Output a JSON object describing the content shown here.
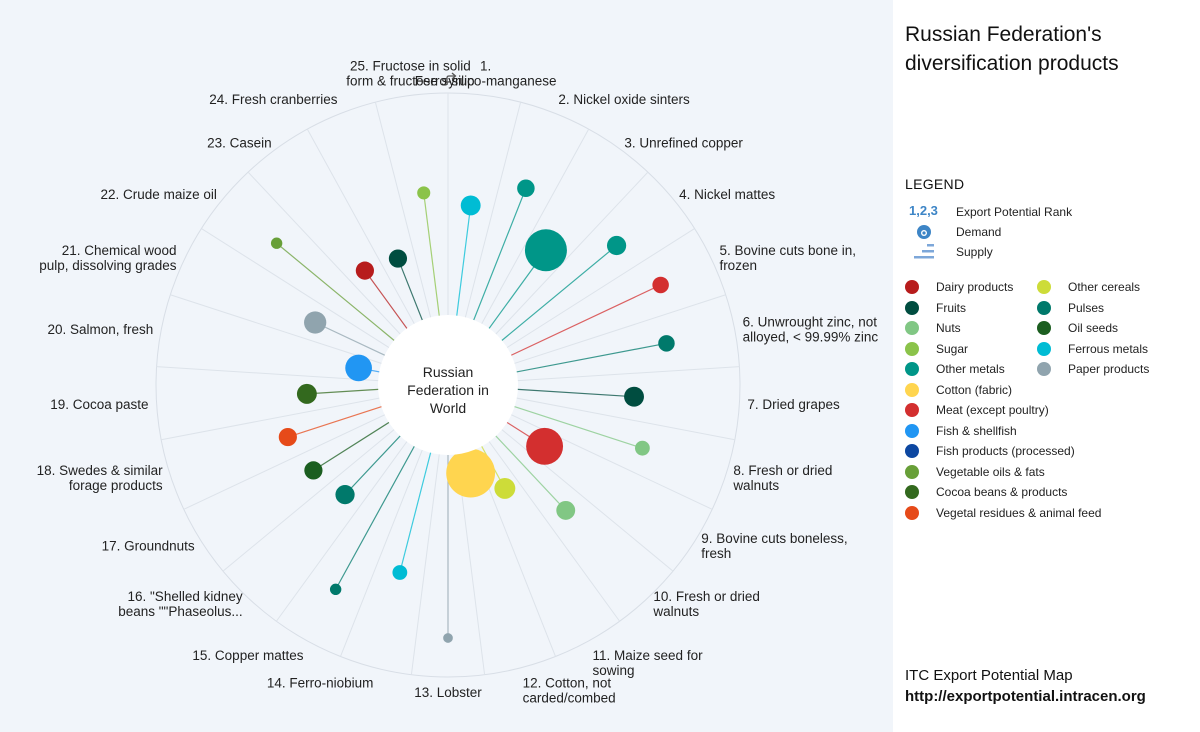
{
  "chart_data": {
    "type": "radial-bubble",
    "title": "Russian Federation's diversification products",
    "center_label": [
      "Russian",
      "Federation in",
      "World"
    ],
    "slices": [
      {
        "rank": 1,
        "label": [
          "1.",
          "Ferro-silico-manganese"
        ],
        "category": "Ferrous metals",
        "potential": 0.55,
        "size": 0.35
      },
      {
        "rank": 2,
        "label": [
          "2. Nickel oxide sinters"
        ],
        "category": "Other metals",
        "potential": 0.72,
        "size": 0.28
      },
      {
        "rank": 3,
        "label": [
          "3. Unrefined copper"
        ],
        "category": "Other metals",
        "potential": 0.47,
        "size": 1.0
      },
      {
        "rank": 4,
        "label": [
          "4. Nickel mattes"
        ],
        "category": "Other metals",
        "potential": 0.76,
        "size": 0.33
      },
      {
        "rank": 5,
        "label": [
          "5. Bovine cuts bone in,",
          "frozen"
        ],
        "category": "Meat (except poultry)",
        "potential": 0.85,
        "size": 0.25
      },
      {
        "rank": 6,
        "label": [
          "6. Unwrought zinc, not",
          "alloyed, < 99.99% zinc"
        ],
        "category": "Pulses",
        "potential": 0.78,
        "size": 0.25
      },
      {
        "rank": 7,
        "label": [
          "7. Dried grapes"
        ],
        "category": "Fruits",
        "potential": 0.58,
        "size": 0.35
      },
      {
        "rank": 8,
        "label": [
          "8. Fresh or dried",
          "walnuts"
        ],
        "category": "Nuts",
        "potential": 0.68,
        "size": 0.2
      },
      {
        "rank": 9,
        "label": [
          "9. Bovine cuts boneless,",
          "fresh"
        ],
        "category": "Meat (except poultry)",
        "potential": 0.18,
        "size": 0.85
      },
      {
        "rank": 10,
        "label": [
          "10. Fresh or dried",
          "walnuts"
        ],
        "category": "Nuts",
        "potential": 0.5,
        "size": 0.32
      },
      {
        "rank": 11,
        "label": [
          "11. Maize seed for",
          "sowing"
        ],
        "category": "Other cereals",
        "potential": 0.2,
        "size": 0.38
      },
      {
        "rank": 12,
        "label": [
          "12. Cotton, not",
          "carded/combed"
        ],
        "category": "Cotton (fabric)",
        "potential": 0.05,
        "size": 1.2
      },
      {
        "rank": 13,
        "label": [
          "13. Lobster"
        ],
        "category": "Paper products",
        "potential": 0.95,
        "size": 0.05
      },
      {
        "rank": 14,
        "label": [
          "14. Ferro-niobium"
        ],
        "category": "Ferrous metals",
        "potential": 0.62,
        "size": 0.2
      },
      {
        "rank": 15,
        "label": [
          "15. Copper mattes"
        ],
        "category": "Pulses",
        "potential": 0.84,
        "size": 0.1
      },
      {
        "rank": 16,
        "label": [
          "16. \"Shelled kidney",
          "beans \"\"Phaseolus..."
        ],
        "category": "Pulses",
        "potential": 0.38,
        "size": 0.33
      },
      {
        "rank": 17,
        "label": [
          "17. Groundnuts"
        ],
        "category": "Oil seeds",
        "potential": 0.43,
        "size": 0.3
      },
      {
        "rank": 18,
        "label": [
          "18. Swedes & similar",
          "forage products"
        ],
        "category": "Vegetal residues & animal feed",
        "potential": 0.48,
        "size": 0.3
      },
      {
        "rank": 19,
        "label": [
          "19. Cocoa paste"
        ],
        "category": "Cocoa beans & products",
        "potential": 0.33,
        "size": 0.35
      },
      {
        "rank": 20,
        "label": [
          "20. Salmon, fresh"
        ],
        "category": "Fish & shellfish",
        "potential": 0.05,
        "size": 0.55
      },
      {
        "rank": 21,
        "label": [
          "21. Chemical wood",
          "pulp, dissolving grades"
        ],
        "category": "Paper products",
        "potential": 0.36,
        "size": 0.42
      },
      {
        "rank": 22,
        "label": [
          "22. Crude maize oil"
        ],
        "category": "Vegetable oils & fats",
        "potential": 0.78,
        "size": 0.1
      },
      {
        "rank": 23,
        "label": [
          "23. Casein"
        ],
        "category": "Dairy products",
        "potential": 0.33,
        "size": 0.3
      },
      {
        "rank": 24,
        "label": [
          "24. Fresh cranberries"
        ],
        "category": "Fruits",
        "potential": 0.3,
        "size": 0.3
      },
      {
        "rank": 25,
        "label": [
          "25. Fructose in solid",
          "form & fructose syrup"
        ],
        "category": "Sugar",
        "potential": 0.62,
        "size": 0.15
      }
    ]
  },
  "panel": {
    "title": "Russian Federation's diversification products",
    "legend_title": "LEGEND",
    "keys": [
      {
        "glyph": "1,2,3",
        "label": "Export Potential Rank"
      },
      {
        "label": "Demand",
        "icon": "demand-bubble-icon"
      },
      {
        "label": "Supply",
        "icon": "supply-bars-icon"
      }
    ],
    "categories_left": [
      {
        "name": "Dairy products",
        "color": "#b71c1c"
      },
      {
        "name": "Fruits",
        "color": "#004d40"
      },
      {
        "name": "Nuts",
        "color": "#81c784"
      },
      {
        "name": "Sugar",
        "color": "#8bc34a"
      },
      {
        "name": "Other metals",
        "color": "#009688"
      },
      {
        "name": "Cotton (fabric)",
        "color": "#ffd54f"
      },
      {
        "name": "Meat (except poultry)",
        "color": "#d32f2f"
      },
      {
        "name": "Fish & shellfish",
        "color": "#2196f3"
      },
      {
        "name": "Fish products (processed)",
        "color": "#0d47a1"
      },
      {
        "name": "Vegetable oils & fats",
        "color": "#689f38"
      },
      {
        "name": "Cocoa beans & products",
        "color": "#33691e"
      },
      {
        "name": "Vegetal residues & animal feed",
        "color": "#e64a19"
      }
    ],
    "categories_right": [
      {
        "name": "Other cereals",
        "color": "#cddc39"
      },
      {
        "name": "Pulses",
        "color": "#00796b"
      },
      {
        "name": "Oil seeds",
        "color": "#1b5e20"
      },
      {
        "name": "Ferrous metals",
        "color": "#00bcd4"
      },
      {
        "name": "Paper products",
        "color": "#90a4ae"
      }
    ],
    "footer_title": "ITC Export Potential Map",
    "footer_url": "http://exportpotential.intracen.org"
  }
}
